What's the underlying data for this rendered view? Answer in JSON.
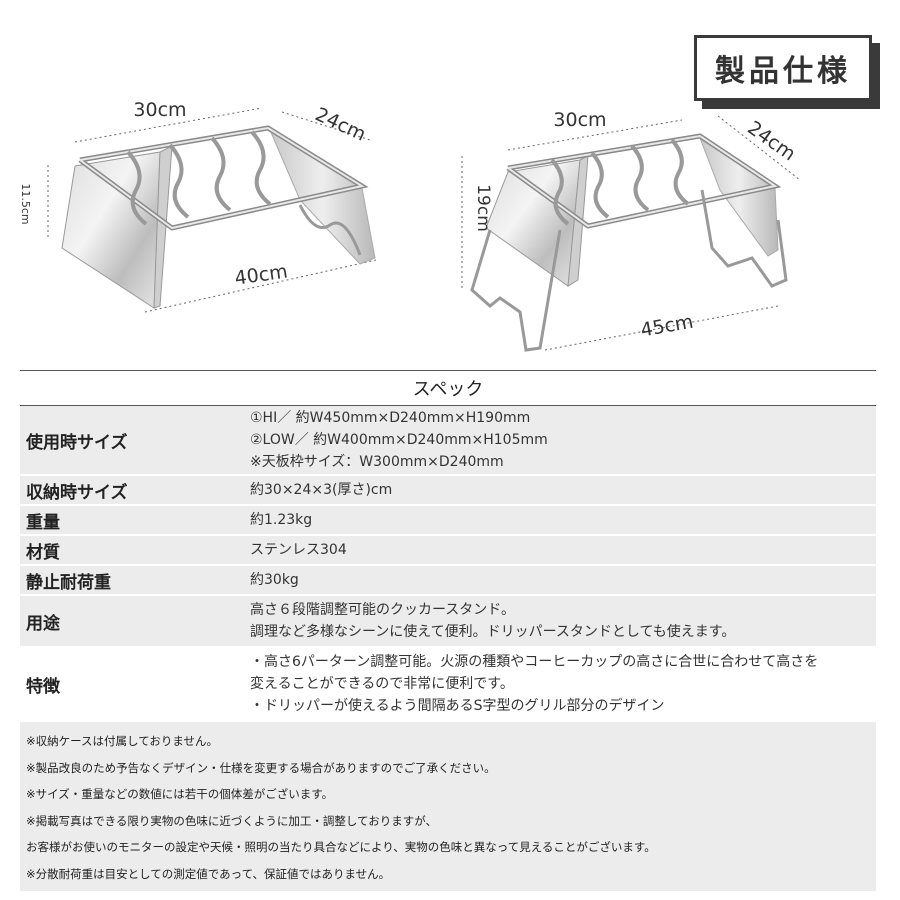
{
  "title": "製品仕様",
  "diagram": {
    "low": {
      "width_label": "30cm",
      "depth_label": "24cm",
      "height_label": "11.5cm",
      "length_label": "40cm"
    },
    "high": {
      "width_label": "30cm",
      "depth_label": "24cm",
      "height_label": "19cm",
      "length_label": "45cm"
    }
  },
  "spec": {
    "header": "スペック",
    "rows": [
      {
        "label": "使用時サイズ",
        "lines": [
          "①HI／ 約W450mm×D240mm×H190mm",
          "②LOW／ 約W400mm×D240mm×H105mm",
          "※天板枠サイズ：W300mm×D240mm"
        ]
      },
      {
        "label": "収納時サイズ",
        "lines": [
          "約30×24×3(厚さ)cm"
        ]
      },
      {
        "label": "重量",
        "lines": [
          "約1.23kg"
        ]
      },
      {
        "label": "材質",
        "lines": [
          "ステンレス304"
        ]
      },
      {
        "label": "静止耐荷重",
        "lines": [
          "約30kg"
        ]
      },
      {
        "label": "用途",
        "lines": [
          "高さ６段階調整可能のクッカースタンド。",
          "調理など多様なシーンに使えて便利。ドリッパースタンドとしても使えます。"
        ]
      },
      {
        "label": "特徴",
        "lines": [
          "・高さ6パーターン調整可能。火源の種類やコーヒーカップの高さに合世に合わせて高さを",
          "変えることができるので非常に便利です。",
          "・ドリッパーが使えるよう間隔あるS字型のグリル部分のデザイン"
        ]
      }
    ]
  },
  "notes": [
    "※収納ケースは付属しておりません。",
    "※製品改良のため予告なくデザイン・仕様を変更する場合がありますのでご了承ください。",
    "※サイズ・重量などの数値には若干の個体差がございます。",
    "※掲載写真はできる限り実物の色味に近づくように加工・調整しておりますが、",
    "お客様がお使いのモニターの設定や天候・照明の当たり具合などにより、実物の色味と異なって見えることがございます。",
    "※分散耐荷重は目安としての測定値であって、保証値ではありません。"
  ]
}
